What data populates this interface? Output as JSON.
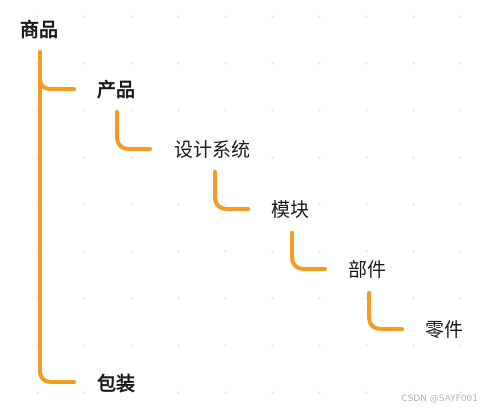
{
  "nodes": {
    "root": "商品",
    "product": "产品",
    "design_system": "设计系统",
    "module": "模块",
    "component": "部件",
    "part": "零件",
    "packaging": "包装"
  },
  "watermark": "CSDN @SAYF001",
  "colors": {
    "connector": "#F39C1F",
    "text": "#1A1A1A",
    "background": "#FFFFFF"
  }
}
